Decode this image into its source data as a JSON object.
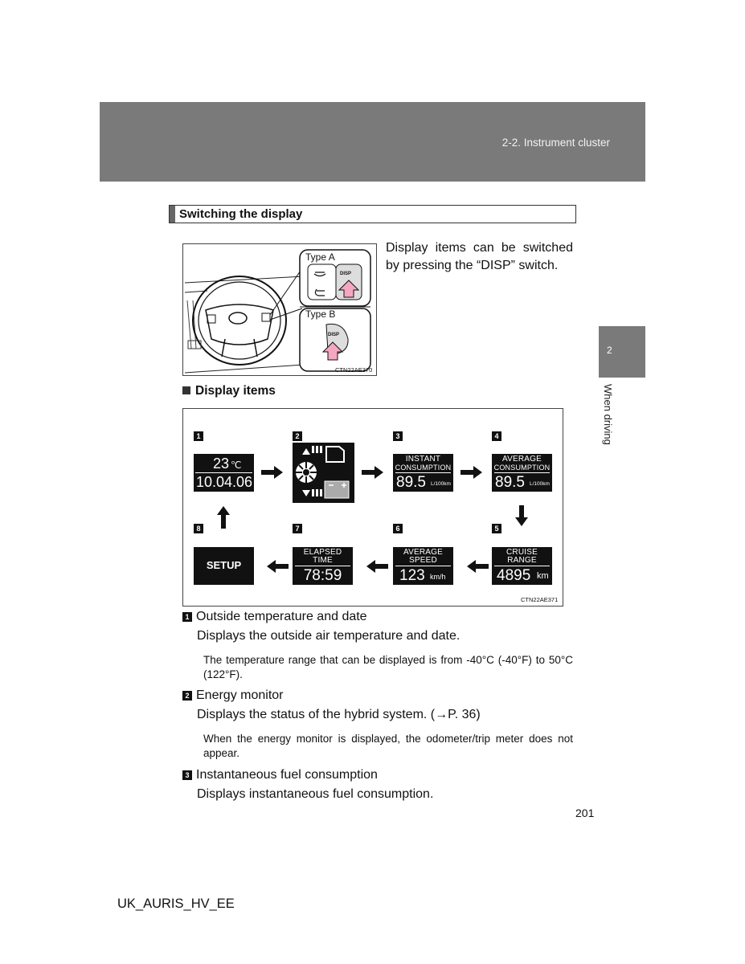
{
  "header": {
    "section": "2-2. Instrument cluster"
  },
  "side_tab": {
    "number": "2",
    "label": "When driving"
  },
  "section_title": "Switching the display",
  "intro_text": "Display items can be switched by pressing the “DISP” switch.",
  "figure1": {
    "type_a": "Type A",
    "type_b": "Type B",
    "disp_a": "DISP",
    "disp_b": "DISP",
    "code": "CTN22AE370"
  },
  "subheading": "Display items",
  "figure2": {
    "code": "CTN22AE371",
    "numbers": [
      "1",
      "2",
      "3",
      "4",
      "5",
      "6",
      "7",
      "8"
    ],
    "temp_value": "23",
    "temp_unit": "℃",
    "date_value": "10.04.06",
    "instant_caption1": "INSTANT",
    "instant_caption2": "CONSUMPTION",
    "instant_value": "89.5",
    "instant_unit": "L/100km",
    "avg_caption1": "AVERAGE",
    "avg_caption2": "CONSUMPTION",
    "avg_value": "89.5",
    "avg_unit": "L/100km",
    "cruise_caption1": "CRUISE",
    "cruise_caption2": "RANGE",
    "cruise_value": "4895",
    "cruise_unit": "km",
    "speed_caption1": "AVERAGE",
    "speed_caption2": "SPEED",
    "speed_value": "123",
    "speed_unit": "km/h",
    "elapsed_caption1": "ELAPSED",
    "elapsed_caption2": "TIME",
    "elapsed_value": "78:59",
    "setup_label": "SETUP"
  },
  "items": [
    {
      "num": "1",
      "title": "Outside temperature and date",
      "desc": "Displays the outside air temperature and date.",
      "note": "The temperature range that can be displayed is from -40°C (-40°F) to 50°C (122°F)."
    },
    {
      "num": "2",
      "title": "Energy monitor",
      "desc": "Displays the status of the hybrid system. (→P. 36)",
      "note": "When the energy monitor is displayed, the odometer/trip meter does not appear."
    },
    {
      "num": "3",
      "title": "Instantaneous fuel consumption",
      "desc": "Displays instantaneous fuel consumption."
    }
  ],
  "page_number": "201",
  "footer_code": "UK_AURIS_HV_EE"
}
